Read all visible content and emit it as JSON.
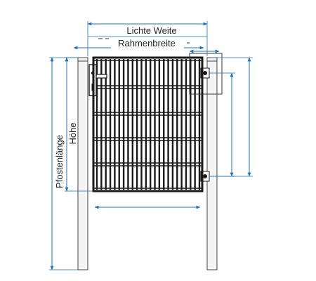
{
  "labels": {
    "lichte_weite": "Lichte Weite",
    "rahmenbreite": "Rahmenbreite",
    "hoehe": "Höhe",
    "pfostenlaenge": "Pfostenlänge"
  },
  "colors": {
    "dimension_line": "#1f6fb5",
    "gate": "#1a1a1a",
    "post_fill": "#f4f4f4",
    "post_stroke": "#444444",
    "text": "#222222"
  }
}
